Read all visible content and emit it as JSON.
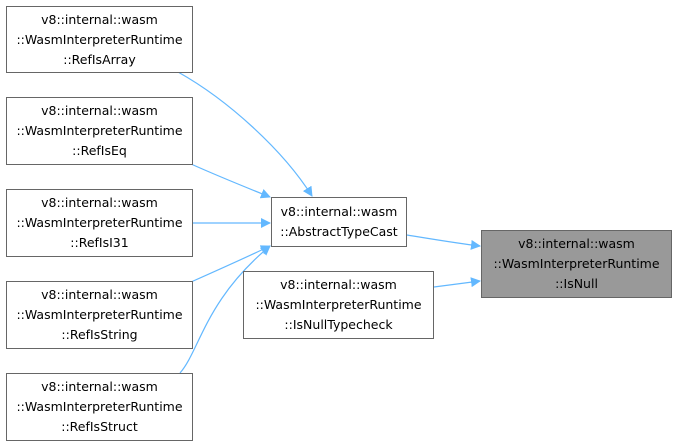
{
  "colors": {
    "edge": "#63b8ff",
    "highlight_fill": "#999999",
    "border": "#666666"
  },
  "nodes": {
    "ref_is_array": {
      "line1": "v8::internal::wasm",
      "line2": "::WasmInterpreterRuntime",
      "line3": "::RefIsArray"
    },
    "ref_is_eq": {
      "line1": "v8::internal::wasm",
      "line2": "::WasmInterpreterRuntime",
      "line3": "::RefIsEq"
    },
    "ref_is_i31": {
      "line1": "v8::internal::wasm",
      "line2": "::WasmInterpreterRuntime",
      "line3": "::RefIsI31"
    },
    "ref_is_string": {
      "line1": "v8::internal::wasm",
      "line2": "::WasmInterpreterRuntime",
      "line3": "::RefIsString"
    },
    "ref_is_struct": {
      "line1": "v8::internal::wasm",
      "line2": "::WasmInterpreterRuntime",
      "line3": "::RefIsStruct"
    },
    "abstract_type_cast": {
      "line1": "v8::internal::wasm",
      "line2": "::AbstractTypeCast"
    },
    "is_null_typecheck": {
      "line1": "v8::internal::wasm",
      "line2": "::WasmInterpreterRuntime",
      "line3": "::IsNullTypecheck"
    },
    "is_null": {
      "line1": "v8::internal::wasm",
      "line2": "::WasmInterpreterRuntime",
      "line3": "::IsNull"
    }
  },
  "edges": [
    {
      "from": "ref_is_array",
      "to": "abstract_type_cast"
    },
    {
      "from": "ref_is_eq",
      "to": "abstract_type_cast"
    },
    {
      "from": "ref_is_i31",
      "to": "abstract_type_cast"
    },
    {
      "from": "ref_is_string",
      "to": "abstract_type_cast"
    },
    {
      "from": "ref_is_struct",
      "to": "abstract_type_cast"
    },
    {
      "from": "abstract_type_cast",
      "to": "is_null"
    },
    {
      "from": "is_null_typecheck",
      "to": "is_null"
    }
  ]
}
